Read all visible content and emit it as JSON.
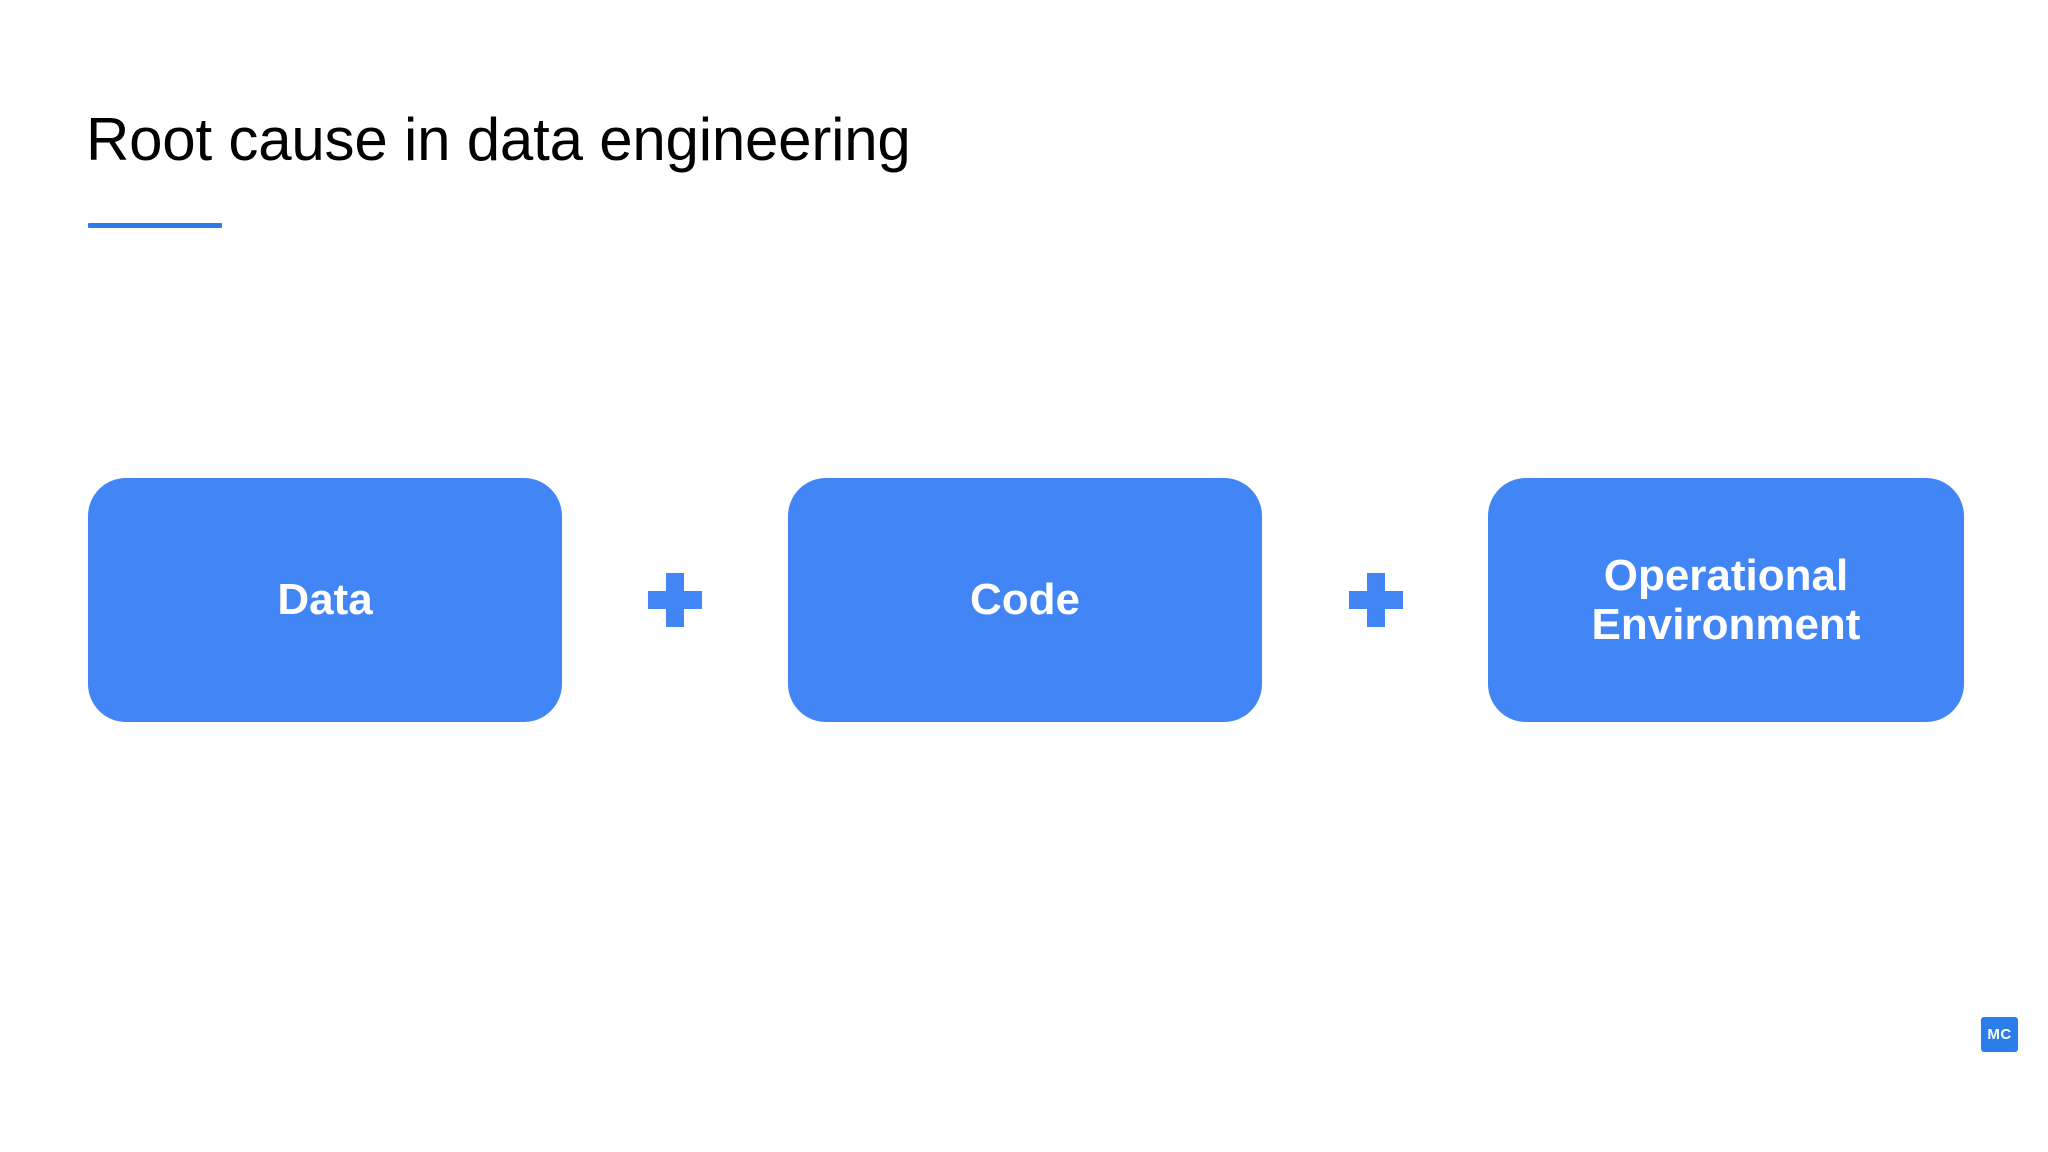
{
  "slide": {
    "title": "Root cause in data engineering",
    "accent_color": "#2b7de9",
    "box_color": "#4285f4",
    "background_color": "#ffffff",
    "text_color": "#000000"
  },
  "diagram": {
    "type": "equation-row",
    "boxes": [
      {
        "label": "Data",
        "name": "data"
      },
      {
        "label": "Code",
        "name": "code"
      },
      {
        "label": "Operational\nEnvironment",
        "name": "operational-environment"
      }
    ],
    "separators": [
      {
        "icon": "plus-icon",
        "symbol": "+"
      },
      {
        "icon": "plus-icon",
        "symbol": "+"
      }
    ]
  },
  "brand": {
    "mark_text": "MC",
    "mark_color": "#2b7de9"
  }
}
